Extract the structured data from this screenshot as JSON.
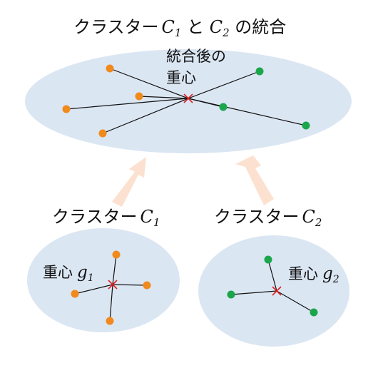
{
  "title": {
    "prefix": "クラスター",
    "var1": "C",
    "sub1": "1",
    "mid": " と ",
    "var2": "C",
    "sub2": "2",
    "suffix": " の統合"
  },
  "merged": {
    "centroid_label_line1": "統合後の",
    "centroid_label_line2": "重心"
  },
  "cluster1": {
    "label_prefix": "クラスター",
    "var": "C",
    "sub": "1",
    "centroid_label": "重心",
    "centroid_var": "g",
    "centroid_sub": "1"
  },
  "cluster2": {
    "label_prefix": "クラスター",
    "var": "C",
    "sub": "2",
    "centroid_label": "重心",
    "centroid_var": "g",
    "centroid_sub": "2"
  },
  "colors": {
    "cluster_fill": "#dbe6f3",
    "cluster1_point": "#f08a1c",
    "cluster2_point": "#1aa64a",
    "centroid_mark": "#e02020",
    "arrow": "#fce1d0",
    "edge": "#111111"
  }
}
